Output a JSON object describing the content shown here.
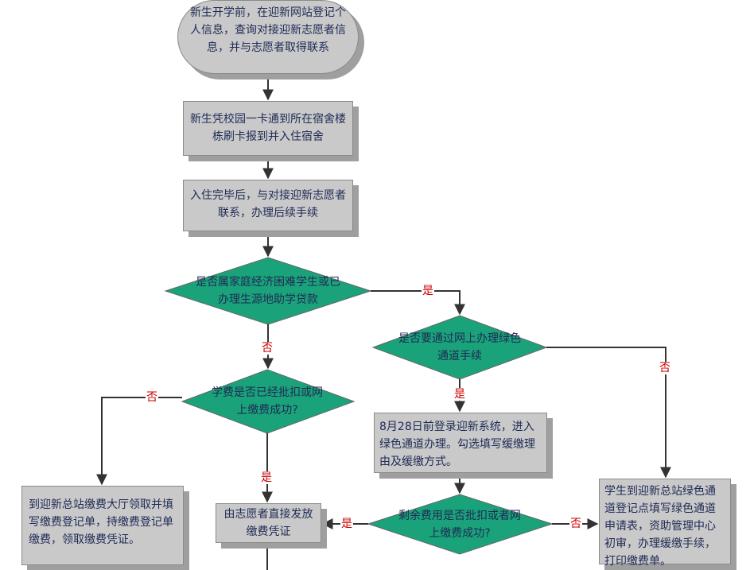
{
  "nodes": {
    "start": "新生开学前，在迎新网站登记个人信息，查询对接迎新志愿者信息，并与志愿者取得联系",
    "checkin": "新生凭校园一卡通到所在宿舍楼栋刷卡报到并入住宿舍",
    "contact": "入住完毕后，与对接迎新志愿者联系，办理后续手续",
    "decision_poor": "是否属家庭经济困难学生或已办理生源地助学贷款",
    "decision_online": "是否要通过网上办理绿色通道手续",
    "decision_tuition": "学费是否已经批扣或网上缴费成功?",
    "register_online": "8月28日前登录迎新系统，进入绿色通道办理。勾选填写缓缴理由及缓缴方式。",
    "decision_remaining": "剩余费用是否批扣或者网上缴费成功?",
    "hall_pay": "到迎新总站缴费大厅领取并填写缴费登记单，持缴费登记单缴费，领取缴费凭证。",
    "volunteer_issue": "由志愿者直接发放缴费凭证",
    "green_channel_desk": "学生到迎新总站绿色通道登记点填写绿色通道申请表，资助管理中心初审，办理缓缴手续，打印缴费单。"
  },
  "labels": {
    "yes": "是",
    "no": "否"
  },
  "colors": {
    "box_fill": "#c9c9c9",
    "decision_fill": "#1aa37a",
    "text": "#1f2a55",
    "edge_label": "#cc0000",
    "line": "#333333"
  }
}
